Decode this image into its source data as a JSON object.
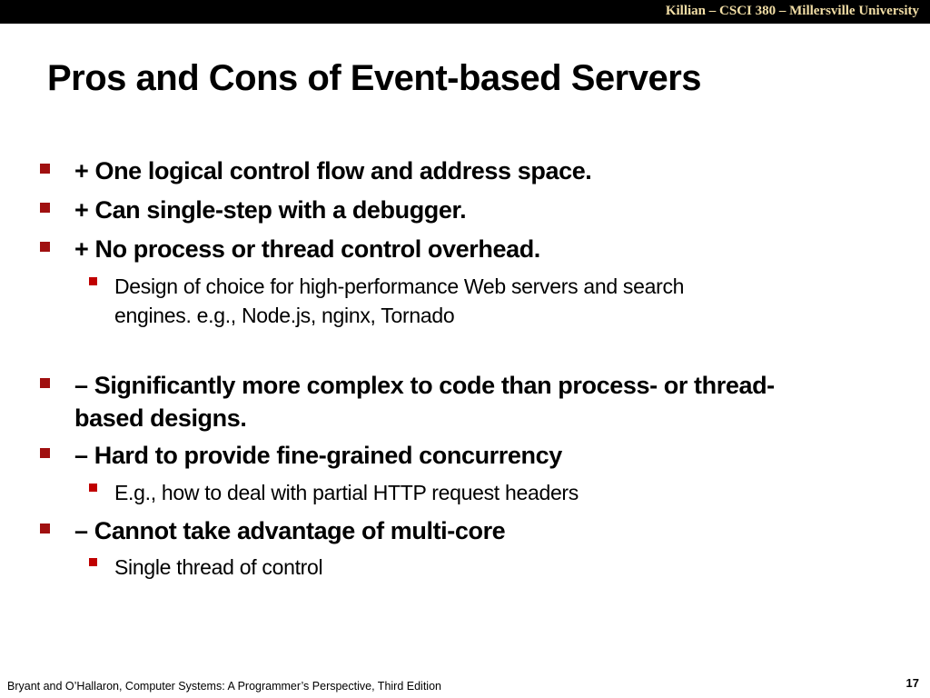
{
  "header": {
    "course": "Killian – CSCI 380 – Millersville University",
    "bar_color": "#000000",
    "text_color": "#f2dea6"
  },
  "slide": {
    "title": "Pros and Cons of Event-based Servers",
    "bullet_color": "#a01010",
    "bullets": [
      {
        "level": 1,
        "text": "+ One logical control flow and address space."
      },
      {
        "level": 1,
        "text": "+ Can single-step with a debugger."
      },
      {
        "level": 1,
        "text": "+ No process or thread control overhead."
      },
      {
        "level": 2,
        "line1": "Design of choice for high-performance Web servers and search",
        "line2": "engines. e.g., Node.js, nginx, Tornado"
      },
      {
        "level": 1,
        "line1": "– Significantly more complex to code than process- or thread-",
        "line2": "based designs."
      },
      {
        "level": 1,
        "text": "– Hard to provide fine-grained concurrency"
      },
      {
        "level": 2,
        "text": "E.g., how to deal with partial HTTP request headers"
      },
      {
        "level": 1,
        "text": "–  Cannot take advantage of multi-core"
      },
      {
        "level": 2,
        "text": "Single thread of control"
      }
    ]
  },
  "footer": {
    "citation": "Bryant and O’Hallaron, Computer Systems: A Programmer’s Perspective, Third Edition",
    "page_number": "17"
  }
}
